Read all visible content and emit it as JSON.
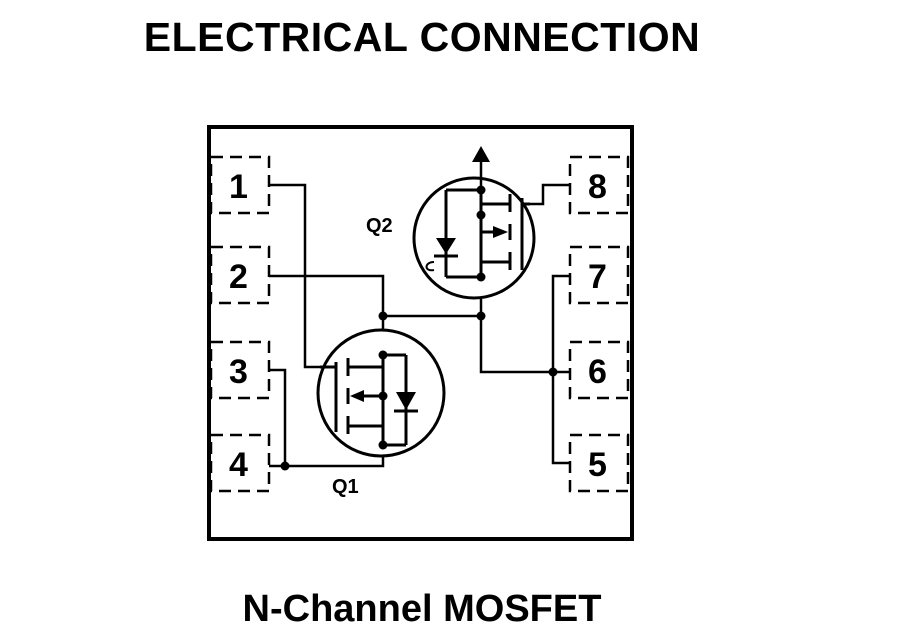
{
  "title": "ELECTRICAL CONNECTION",
  "subtitle": "N-Channel MOSFET",
  "transistors": {
    "q1": "Q1",
    "q2": "Q2"
  },
  "pins": {
    "p1": "1",
    "p2": "2",
    "p3": "3",
    "p4": "4",
    "p5": "5",
    "p6": "6",
    "p7": "7",
    "p8": "8"
  }
}
